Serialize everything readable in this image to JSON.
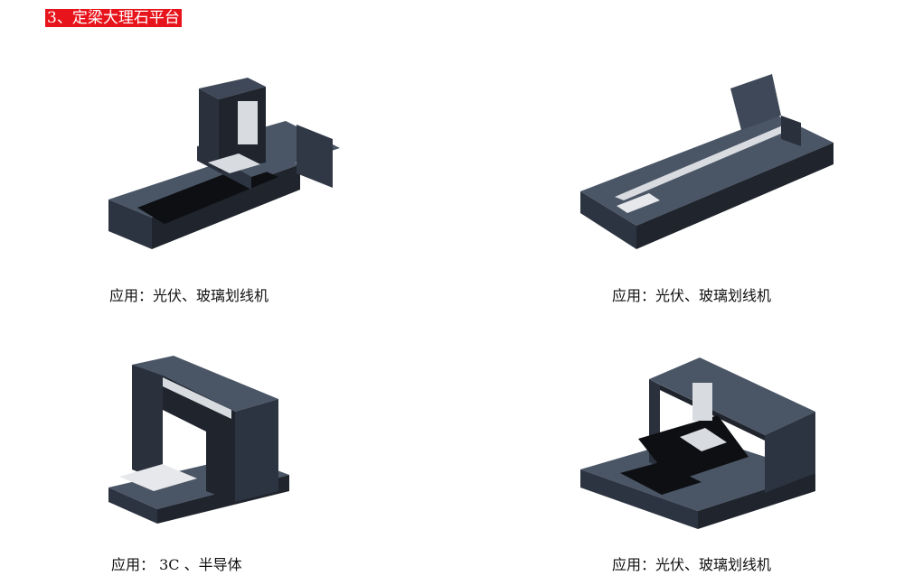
{
  "section": {
    "title": "3、定梁大理石平台",
    "title_bg": "#e8141b"
  },
  "figures": [
    {
      "icon": "gantry-fixed-beam-granite-platform-image",
      "caption": "应用：光伏、玻璃划线机"
    },
    {
      "icon": "long-granite-platform-linear-axis-image",
      "caption": "应用：光伏、玻璃划线机"
    },
    {
      "icon": "tall-gantry-granite-frame-image",
      "caption": "应用： 3C 、半导体"
    },
    {
      "icon": "enclosed-gantry-granite-platform-image",
      "caption": "应用：光伏、玻璃划线机"
    }
  ],
  "colors": {
    "granite_top": "#4a5566",
    "granite_side": "#2d3441",
    "granite_dark": "#1f242d",
    "stage_black": "#0d0f12",
    "metal_light": "#d8dbe0"
  }
}
